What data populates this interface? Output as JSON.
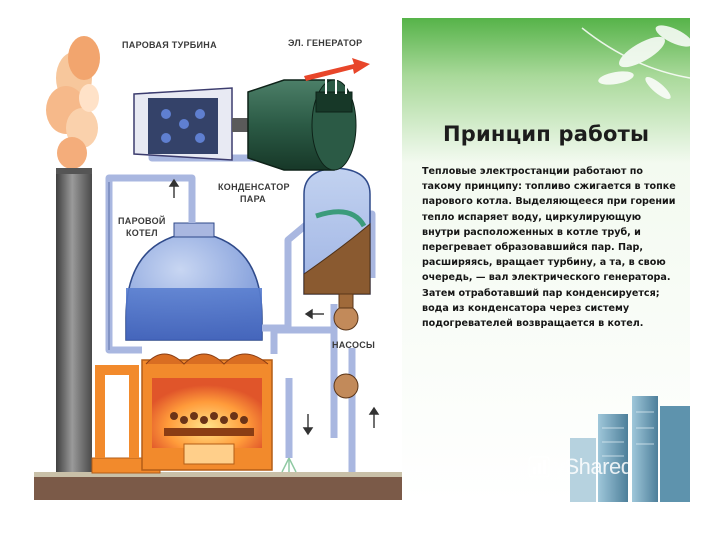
{
  "diagram": {
    "labels": {
      "steam_turbine": "ПАРОВАЯ ТУРБИНА",
      "generator": "ЭЛ. ГЕНЕРАТОР",
      "condenser_line1": "КОНДЕНСАТОР",
      "condenser_line2": "ПАРА",
      "boiler_line1": "ПАРОВОЙ",
      "boiler_line2": "КОТЕЛ",
      "pumps": "НАСОСЫ"
    },
    "colors": {
      "furnace": "#f28a2c",
      "pipes": "#a9b7e0",
      "boiler": "#6f8fd6",
      "turbine": "#2e5c4a",
      "smoke": "#f5b886"
    }
  },
  "panel": {
    "title": "Принцип работы",
    "paragraph": "Тепловые электростанции работают по такому принципу: топливо сжигается в топке парового котла. Выделяющееся при горении тепло испаряет воду, циркулирующую внутри расположенных в котле труб, и перегревает образовавшийся пар. Пар, расширяясь, вращает турбину, а та, в свою очередь, — вал электрического генератора. Затем отработавший пар конденсируется; вода из конденсатора через систему подогревателей возвращается в котел.",
    "watermark": "yShared",
    "colors": {
      "top_green": "#58b54a",
      "light": "#e8f4e4"
    }
  }
}
